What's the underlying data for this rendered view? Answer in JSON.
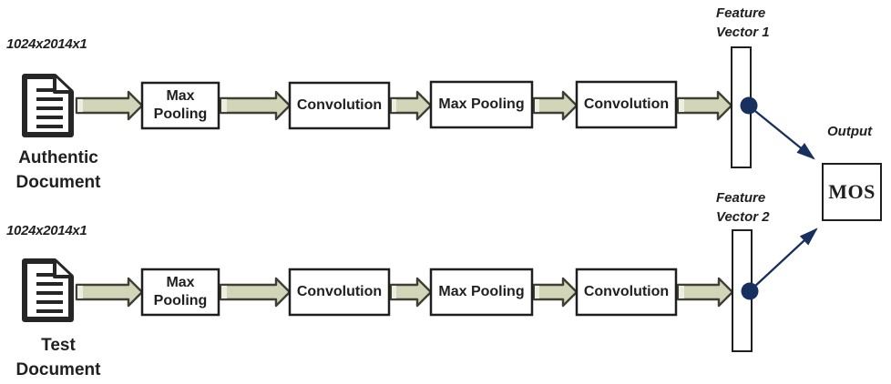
{
  "colors": {
    "arrow_fill": "#d2d5b8",
    "arrow_tail": "#edeee0",
    "arrow_stroke": "#3f3f35",
    "navy": "#17305f",
    "ink": "#1f1f1f",
    "paper": "#ffffff"
  },
  "pipelines": [
    {
      "dims": "1024x2014x1",
      "doc_lines": [
        "Authentic",
        "Document"
      ],
      "stages": [
        "Max Pooling",
        "Convolution",
        "Max Pooling",
        "Convolution"
      ],
      "feature_lines": [
        "Feature",
        "Vector 1"
      ]
    },
    {
      "dims": "1024x2014x1",
      "doc_lines": [
        "Test",
        "Document"
      ],
      "stages": [
        "Max Pooling",
        "Convolution",
        "Max Pooling",
        "Convolution"
      ],
      "feature_lines": [
        "Feature",
        "Vector 2"
      ]
    }
  ],
  "output": {
    "label": "Output",
    "box_label": "MOS"
  }
}
